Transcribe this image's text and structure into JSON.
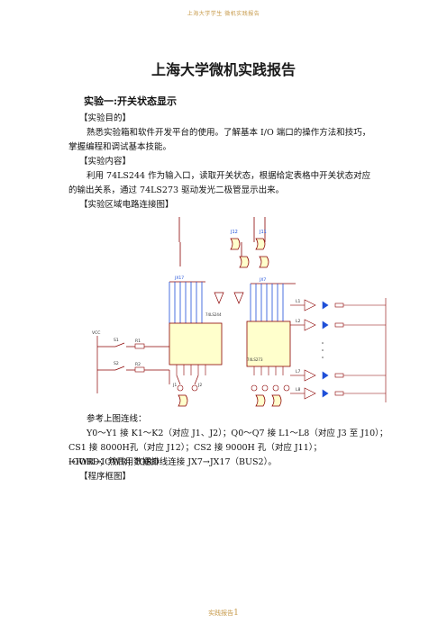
{
  "header": {
    "note": "上海大学学生 微机实践报告"
  },
  "document": {
    "title": "上海大学微机实践报告",
    "experiment_title": "实验一:开关状态显示",
    "sec_purpose": "【实验目的】",
    "purpose_text_1": "熟悉实验箱和软件开发平台的使用。了解基本 I/O 端口的操作方法和技巧，",
    "purpose_text_2": "掌握编程和调试基本技能。",
    "sec_content": "【实验内容】",
    "content_text_1": "利用 74LS244 作为输入口，读取开关状态，根据给定表格中开关状态对应",
    "content_text_2": "的输出关系，通过 74LS273 驱动发光二极管显示出来。",
    "sec_diagram": "【实验区域电路连接图】",
    "ref_text": "参考上图连线：",
    "conn_1": "Y0～Y1 接 K1～K2（对应 J1、J2）；Q0～Q7 接 L1～L8（对应 J3 至 J10）；",
    "conn_2": "CS1 接 8000H孔（对应 J12）；CS2 接 9000H 孔（对应 J11）；IOWR→IOWR；IORD",
    "conn_3": "→IORD；然后用数据排线连接 JX7→JX17（BUS2）。",
    "sec_flow": "【程序框图】"
  },
  "circuit": {
    "chip_in": "74LS244",
    "chip_out": "74LS273",
    "label_j12": "J12",
    "label_j11": "J11",
    "bus_left": "JX17",
    "bus_right": "JX7",
    "sw1": "S1",
    "sw2": "S2",
    "j1": "J1",
    "j2": "J2",
    "r1": "R1",
    "r2": "R2",
    "vcc": "VCC",
    "leds": [
      "L1",
      "L2",
      "L7",
      "L8"
    ],
    "led_color": "#1e4fd8",
    "wire_color": "#8b0000",
    "chip_fill": "#ffffcc"
  },
  "footer": {
    "note": "实践报告",
    "page": "1"
  }
}
